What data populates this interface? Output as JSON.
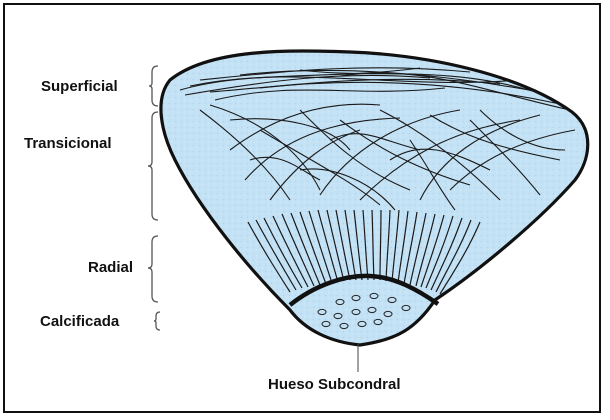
{
  "labels": {
    "superficial": "Superficial",
    "transicional": "Transicional",
    "radial": "Radial",
    "calcificada": "Calcificada",
    "hueso_subcondral": "Hueso Subcondral"
  },
  "colors": {
    "tissue_fill": "#bfe1f7",
    "outline": "#111111",
    "bone_fill": "#dbe8f2"
  }
}
